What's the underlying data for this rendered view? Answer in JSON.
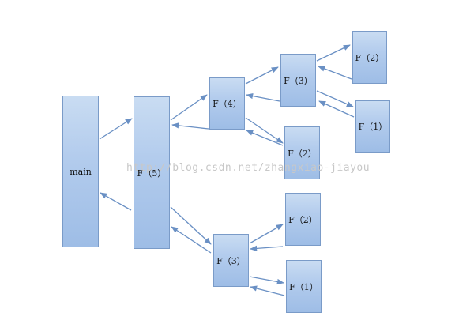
{
  "diagram": {
    "nodes": [
      {
        "id": "main",
        "label": "main"
      },
      {
        "id": "f5",
        "label": "F（5）"
      },
      {
        "id": "f4",
        "label": "F（4）"
      },
      {
        "id": "f3a",
        "label": "F（3）"
      },
      {
        "id": "f2a",
        "label": "F（2）"
      },
      {
        "id": "f1a",
        "label": "F（1）"
      },
      {
        "id": "f2b",
        "label": "F（2）"
      },
      {
        "id": "f3b",
        "label": "F（3）"
      },
      {
        "id": "f2c",
        "label": "F（2）"
      },
      {
        "id": "f1b",
        "label": "F（1）"
      }
    ],
    "edges": [
      {
        "from": "main",
        "to": "f5"
      },
      {
        "from": "f5",
        "to": "main"
      },
      {
        "from": "f5",
        "to": "f4"
      },
      {
        "from": "f4",
        "to": "f5"
      },
      {
        "from": "f4",
        "to": "f3a"
      },
      {
        "from": "f3a",
        "to": "f4"
      },
      {
        "from": "f3a",
        "to": "f2a"
      },
      {
        "from": "f2a",
        "to": "f3a"
      },
      {
        "from": "f3a",
        "to": "f1a"
      },
      {
        "from": "f1a",
        "to": "f3a"
      },
      {
        "from": "f4",
        "to": "f2b"
      },
      {
        "from": "f2b",
        "to": "f4"
      },
      {
        "from": "f5",
        "to": "f3b"
      },
      {
        "from": "f3b",
        "to": "f5"
      },
      {
        "from": "f3b",
        "to": "f2c"
      },
      {
        "from": "f2c",
        "to": "f3b"
      },
      {
        "from": "f3b",
        "to": "f1b"
      },
      {
        "from": "f1b",
        "to": "f3b"
      }
    ],
    "watermark": "http://blog.csdn.net/zhangxiao-jiayou"
  },
  "colors": {
    "arrow": "#6a90c4",
    "box_border": "#7a9bc8",
    "box_fill": "#b3cced"
  }
}
